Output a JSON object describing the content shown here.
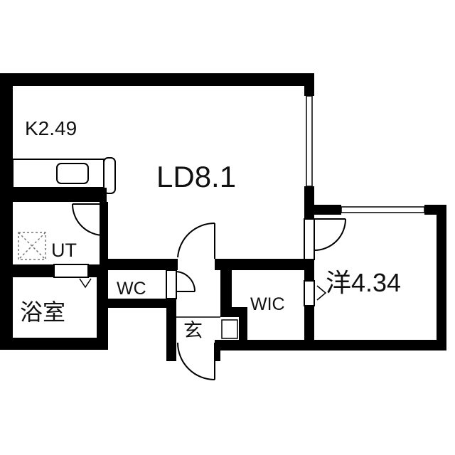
{
  "floor_plan": {
    "rooms": {
      "kitchen": "K2.49",
      "living_dining": "LD8.1",
      "utility": "UT",
      "bathroom": "浴室",
      "toilet": "WC",
      "entrance": "玄",
      "walk_in_closet": "WIC",
      "western_room": "洋4.34"
    }
  },
  "colors": {
    "wall": "#000000",
    "background": "#ffffff",
    "hatch": "#777777"
  }
}
